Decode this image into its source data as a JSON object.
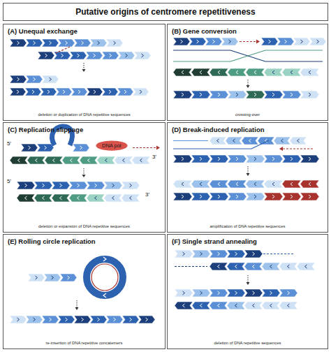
{
  "diagram": {
    "title": "Putative origins of centromere repetitiveness",
    "nodes": [
      {
        "text": [
          "(A) Unequal exchange",
          "deletion or duplication of DNA repetitive sequences"
        ]
      },
      {
        "text": [
          "(B) Gene conversion",
          "crossing-over"
        ]
      },
      {
        "text": [
          "(C) Replication slippage",
          "deletion or expansion of DNA repetitive sequences"
        ]
      },
      {
        "text": [
          "DNA pol"
        ],
        "in": 2
      },
      {
        "text": [
          "(D) Break-induced replication",
          "amplification of DNA repetitive sequences"
        ]
      },
      {
        "text": [
          "(E) Rolling circle replication",
          "re-insertion of DNA repetitive concatemers"
        ]
      },
      {
        "text": [
          "(F) Single strand annealing",
          "deletion of DNA repetitive sequences"
        ]
      }
    ],
    "labels": [
      "5'",
      "3'",
      "5'",
      "3'"
    ]
  }
}
